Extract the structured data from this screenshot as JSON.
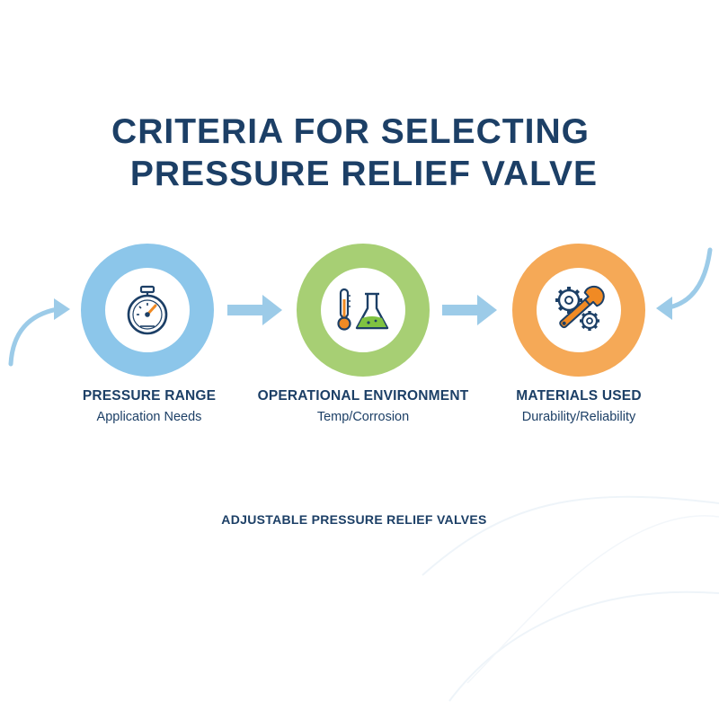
{
  "title": {
    "line1": "CRITERIA FOR SELECTING",
    "line2": "PRESSURE RELIEF VALVE"
  },
  "steps": [
    {
      "title": "PRESSURE RANGE",
      "subtitle": "Application Needs",
      "color": "#8cc6ea",
      "icon": "pressure-gauge-icon"
    },
    {
      "title": "OPERATIONAL ENVIRONMENT",
      "subtitle": "Temp/Corrosion",
      "color": "#a7cf74",
      "icon": "thermometer-flask-icon"
    },
    {
      "title": "MATERIALS USED",
      "subtitle": "Durability/Reliability",
      "color": "#f5a957",
      "icon": "gears-wrench-icon"
    }
  ],
  "footer": "ADJUSTABLE PRESSURE RELIEF VALVES",
  "colors": {
    "text": "#1c3f66",
    "arrow": "#9ccbe8",
    "icon_stroke": "#1c3f66",
    "accent_orange": "#f08a24",
    "accent_green": "#7fc241"
  }
}
